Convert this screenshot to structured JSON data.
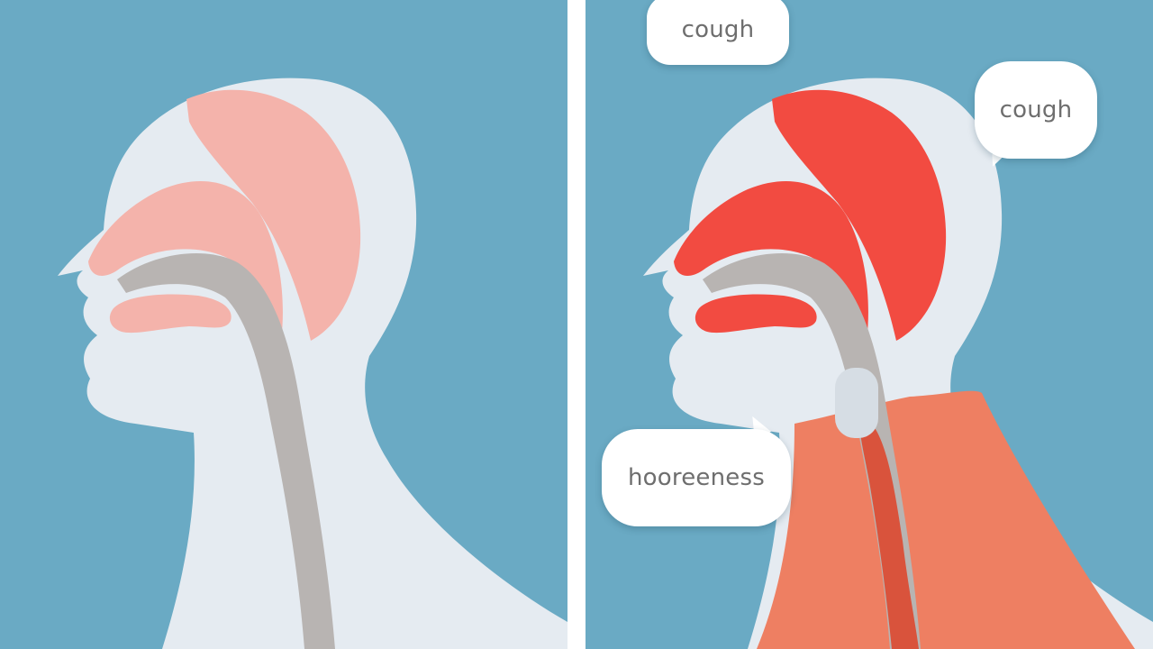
{
  "colors": {
    "background": "#6aaac4",
    "silhouette": "#e5ebf1",
    "airway": "#b8b4b2",
    "healthy_tissue": "#f4b3ab",
    "inflamed_tissue": "#f24b41",
    "inflamed_neck": "#ee7f62",
    "bubble": "#ffffff",
    "bubble_text": "#6e6e6e"
  },
  "panels": [
    {
      "state": "healthy"
    },
    {
      "state": "irritated"
    }
  ],
  "bubbles": {
    "cough_top": "cough",
    "cough_right": "cough",
    "hoarseness": "hooreeness"
  }
}
